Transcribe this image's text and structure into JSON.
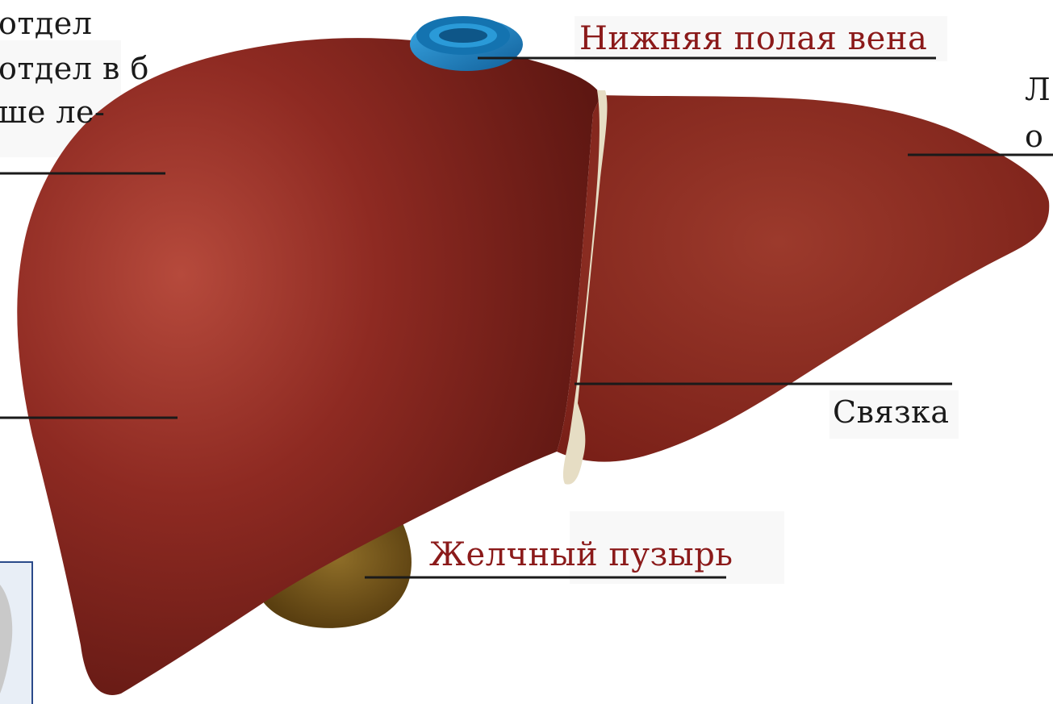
{
  "labels": {
    "inferior_vena_cava": "Нижняя полая вена",
    "ligament": "Связка",
    "gallbladder": "Желчный пузырь",
    "left_cut_line_1": "отдел",
    "left_cut_line_2": "отдел в б",
    "left_cut_line_3": "ше ле-",
    "right_cut_line_1": "Л",
    "right_cut_line_2": "о"
  },
  "colors": {
    "liver": "#8e2a22",
    "liver_highlight": "#b64a3c",
    "liver_shadow": "#5e1712",
    "vena_cava": "#1e88c8",
    "ligament": "#e6ddc4",
    "gallbladder": "#7a5a1a",
    "label_red": "#8b1a1a",
    "label_dark": "#1a1a1a",
    "leader_line": "#1a1a1a"
  }
}
